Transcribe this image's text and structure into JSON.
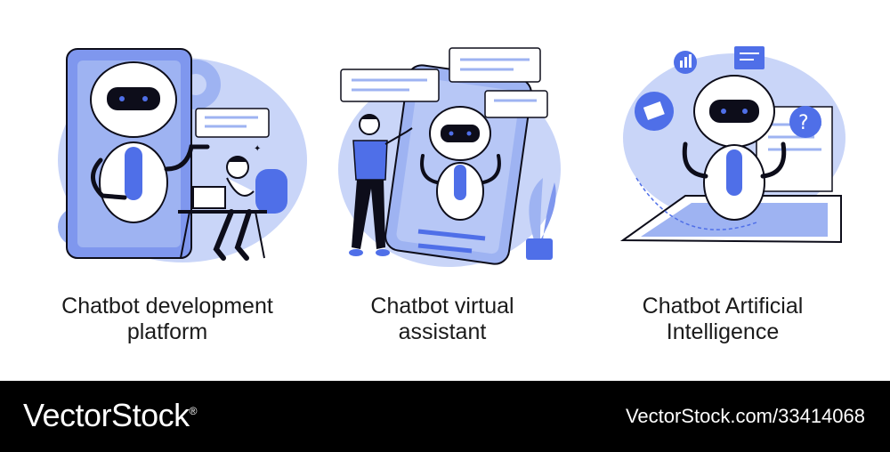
{
  "items": [
    {
      "line1": "Chatbot development",
      "line2": "platform",
      "icon": "chatbot-development-illustration"
    },
    {
      "line1": "Chatbot virtual",
      "line2": "assistant",
      "icon": "chatbot-virtual-assistant-illustration"
    },
    {
      "line1": "Chatbot Artificial",
      "line2": "Intelligence",
      "icon": "chatbot-ai-illustration"
    }
  ],
  "footer": {
    "brand": "VectorStock",
    "trademark": "®",
    "image_id": "VectorStock.com/33414068"
  },
  "colors": {
    "accent": "#4f6fe8",
    "light_blue": "#c9d5f8",
    "mid_blue": "#9eb3f2",
    "dark": "#0d0d1a",
    "footer_bg": "#000000"
  }
}
